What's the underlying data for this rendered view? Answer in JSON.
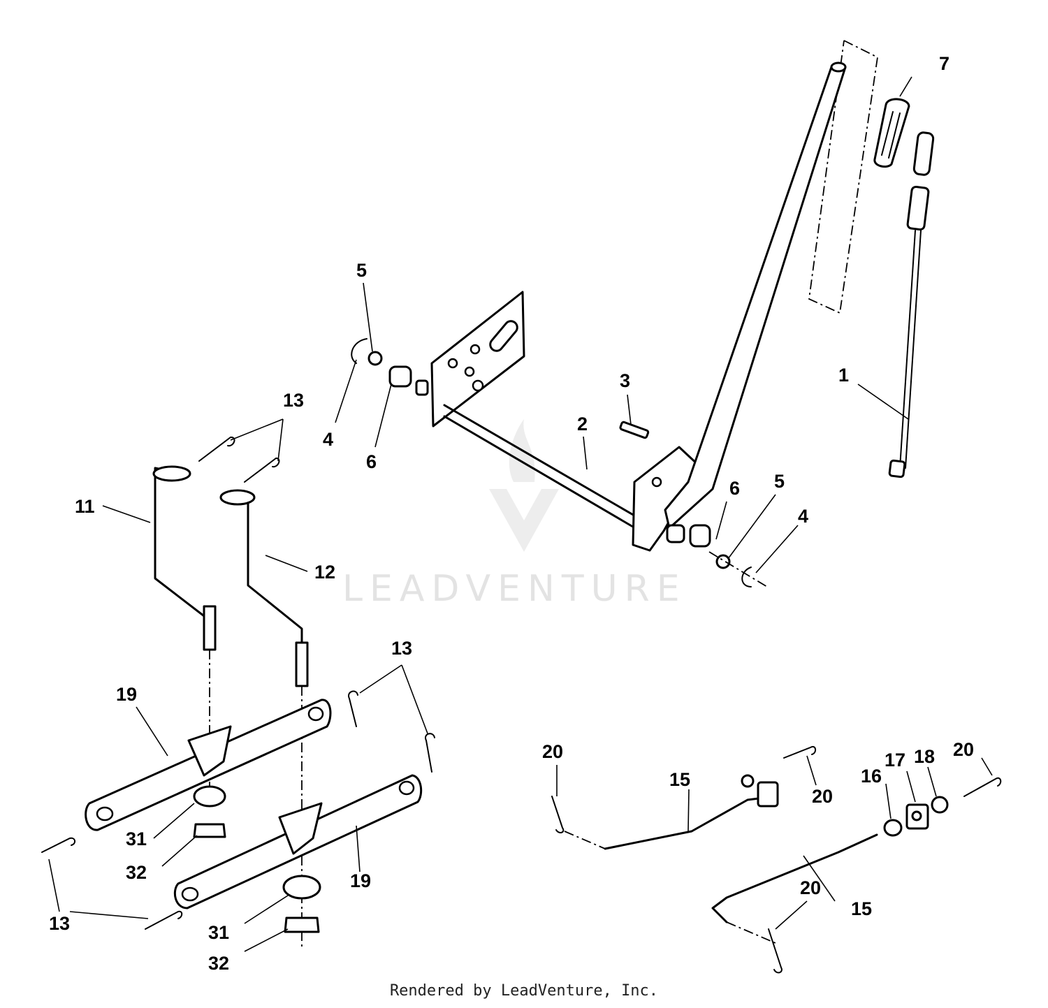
{
  "watermark": {
    "text": "LEADVENTURE"
  },
  "footer": {
    "text": "Rendered by LeadVenture, Inc."
  },
  "callouts": [
    {
      "id": "c1",
      "label": "1"
    },
    {
      "id": "c2",
      "label": "2"
    },
    {
      "id": "c3",
      "label": "3"
    },
    {
      "id": "c4a",
      "label": "4"
    },
    {
      "id": "c4b",
      "label": "4"
    },
    {
      "id": "c5a",
      "label": "5"
    },
    {
      "id": "c5b",
      "label": "5"
    },
    {
      "id": "c6a",
      "label": "6"
    },
    {
      "id": "c6b",
      "label": "6"
    },
    {
      "id": "c7",
      "label": "7"
    },
    {
      "id": "c11",
      "label": "11"
    },
    {
      "id": "c12",
      "label": "12"
    },
    {
      "id": "c13a",
      "label": "13"
    },
    {
      "id": "c13b",
      "label": "13"
    },
    {
      "id": "c13c",
      "label": "13"
    },
    {
      "id": "c15a",
      "label": "15"
    },
    {
      "id": "c15b",
      "label": "15"
    },
    {
      "id": "c16",
      "label": "16"
    },
    {
      "id": "c17",
      "label": "17"
    },
    {
      "id": "c18",
      "label": "18"
    },
    {
      "id": "c19a",
      "label": "19"
    },
    {
      "id": "c19b",
      "label": "19"
    },
    {
      "id": "c20a",
      "label": "20"
    },
    {
      "id": "c20b",
      "label": "20"
    },
    {
      "id": "c20c",
      "label": "20"
    },
    {
      "id": "c20d",
      "label": "20"
    },
    {
      "id": "c31a",
      "label": "31"
    },
    {
      "id": "c31b",
      "label": "31"
    },
    {
      "id": "c32a",
      "label": "32"
    },
    {
      "id": "c32b",
      "label": "32"
    }
  ]
}
